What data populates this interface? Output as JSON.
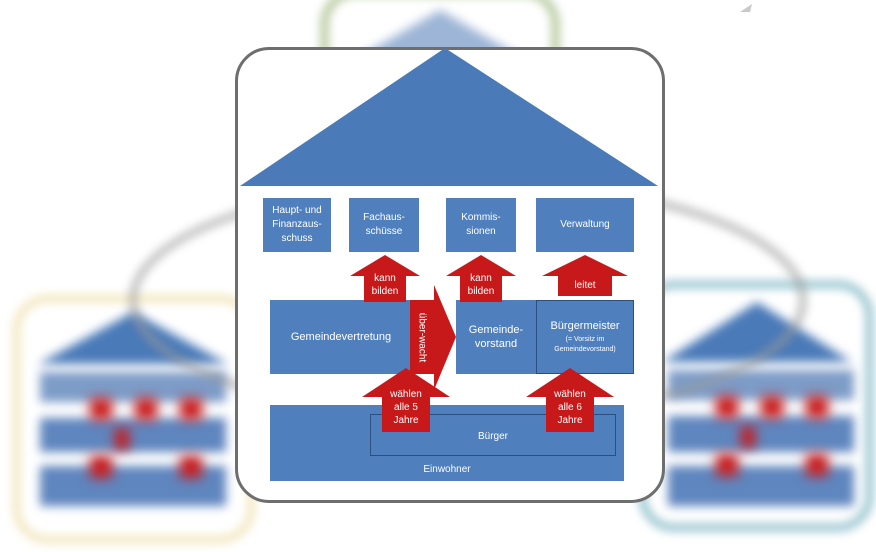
{
  "colors": {
    "box": "#4f7fbd",
    "roof": "#4a7ab8",
    "arrow": "#c8191a",
    "frame_center": "#6e6e6e",
    "frame_green": "#8aa863",
    "frame_yellow": "#e9d58f",
    "frame_teal": "#5aa3b4",
    "ellipse": "#9a9a9a"
  },
  "boxes": {
    "haupt": "Haupt- und Finanzaus-schuss",
    "fach": "Fachaus-schüsse",
    "kommissionen": "Kommis-sionen",
    "verwaltung": "Verwaltung",
    "gemeindevertretung": "Gemeindevertretung",
    "gemeindevorstand": "Gemeinde-vorstand",
    "buergermeister": "Bürgermeister",
    "buergermeister_note": "(= Vorsitz im Gemeindevorstand)",
    "buerger": "Bürger",
    "einwohner": "Einwohner"
  },
  "arrows": {
    "kann_bilden_left": "kann bilden",
    "kann_bilden_right": "kann bilden",
    "leitet": "leitet",
    "ueberwacht": "über-wacht",
    "waehlen_5": "wählen alle 5 Jahre",
    "waehlen_6": "wählen alle 6 Jahre"
  }
}
